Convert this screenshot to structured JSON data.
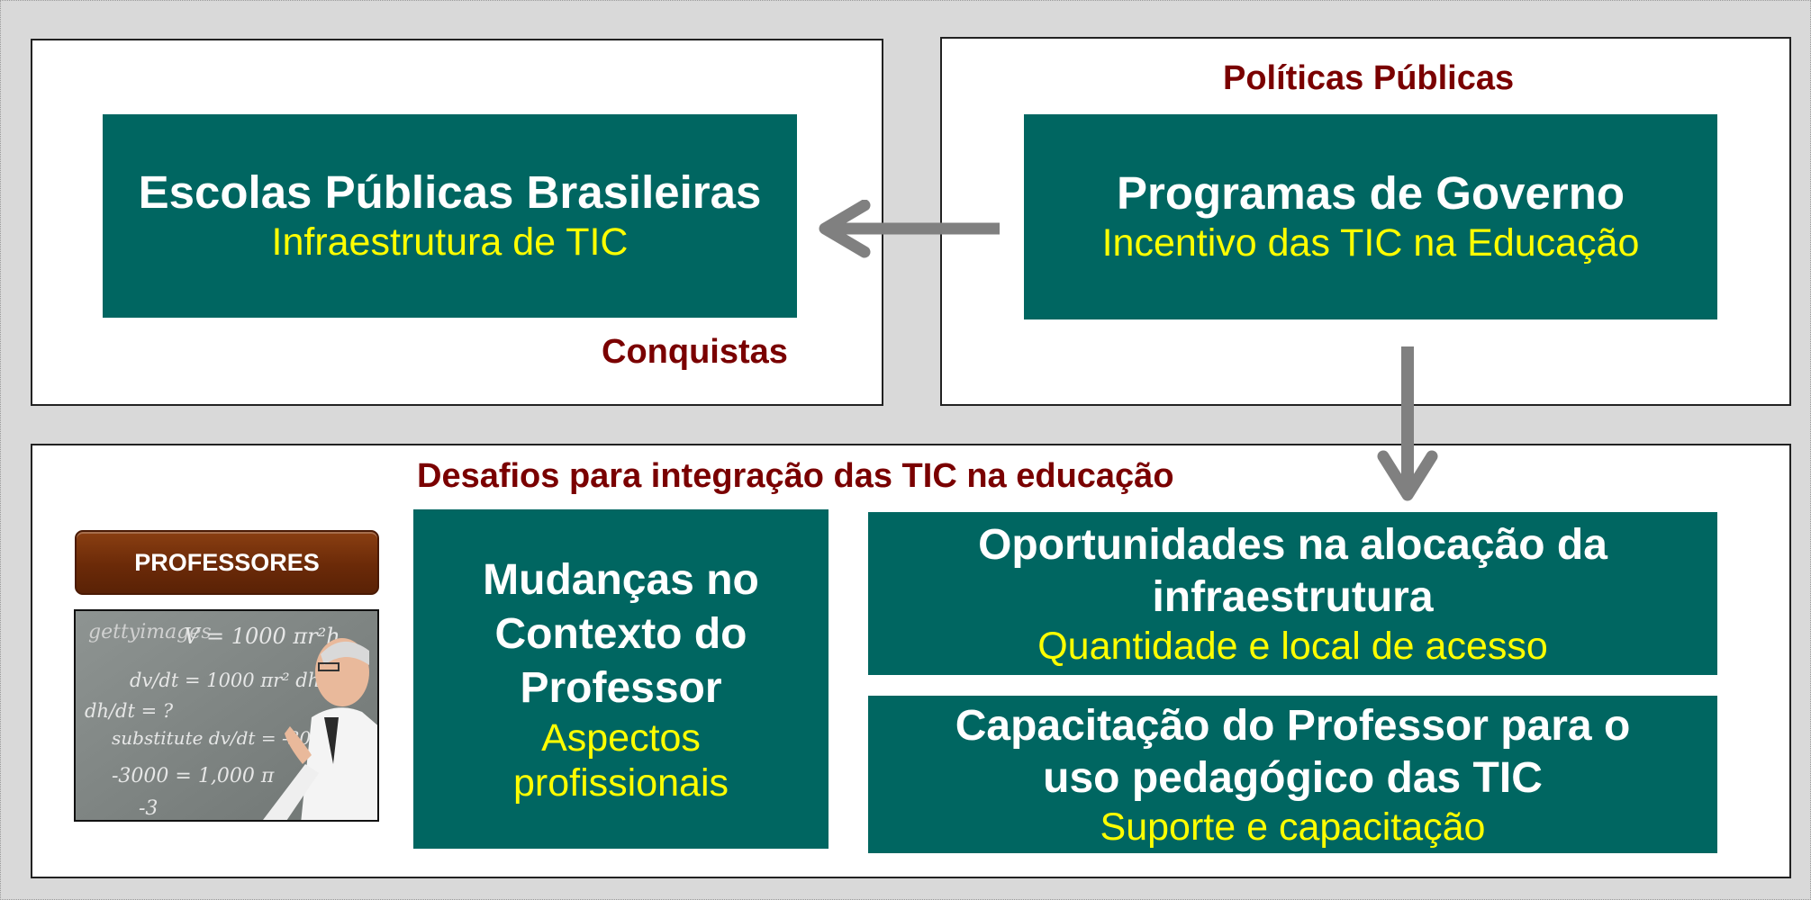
{
  "colors": {
    "teal": "#006661",
    "accent_red": "#7a0000",
    "subtitle_yellow": "#ffff00",
    "arrow_gray": "#808080",
    "badge_brown": "#6b2a08"
  },
  "top_left": {
    "title": "Escolas Públicas Brasileiras",
    "subtitle": "Infraestrutura de TIC",
    "caption": "Conquistas"
  },
  "top_right": {
    "caption": "Políticas Públicas",
    "title": "Programas de Governo",
    "subtitle": "Incentivo das TIC na Educação"
  },
  "bottom": {
    "heading": "Desafios para integração das TIC na educação",
    "badge": "PROFESSORES",
    "photo_text": [
      "gettyimages",
      "V = 1000 πr²h",
      "dv/dt = 1000 πr² dh/dt",
      "dh/dt = ?",
      "substitute dv/dt = -300",
      "-3000 = 1,000 π",
      "-3"
    ],
    "middle_box": {
      "title_lines": [
        "Mudanças no",
        "Contexto do",
        "Professor"
      ],
      "subtitle_lines": [
        "Aspectos",
        "profissionais"
      ]
    },
    "box_oportunidades": {
      "title_lines": [
        "Oportunidades na alocação da",
        "infraestrutura"
      ],
      "subtitle": "Quantidade e local de acesso"
    },
    "box_capacitacao": {
      "title_lines": [
        "Capacitação do Professor para o",
        "uso pedagógico das TIC"
      ],
      "subtitle": "Suporte e capacitação"
    }
  },
  "icons": {
    "arrow_left": "arrow-left-icon",
    "arrow_down": "arrow-down-icon"
  }
}
